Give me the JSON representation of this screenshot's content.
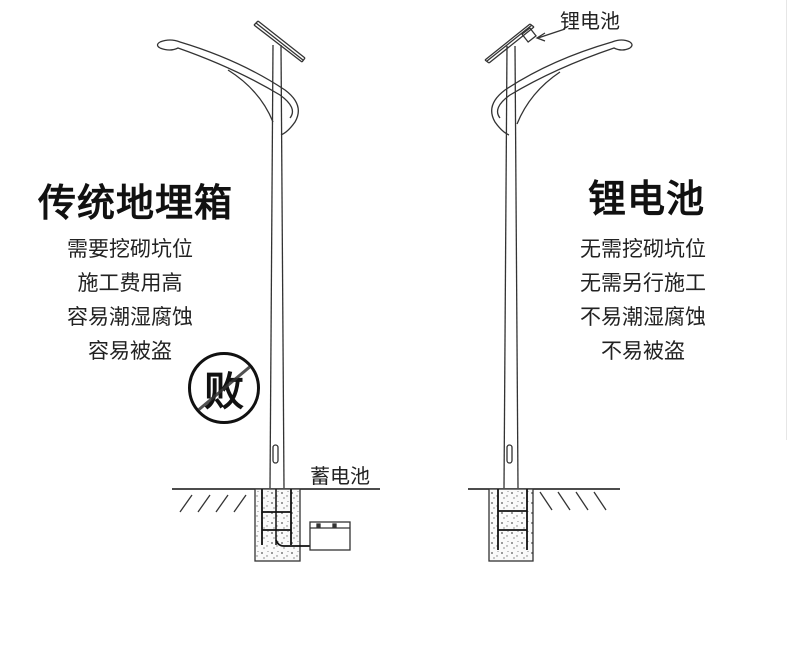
{
  "left_panel": {
    "title": "传统地埋箱",
    "points": [
      "需要挖砌坑位",
      "施工费用高",
      "容易潮湿腐蚀",
      "容易被盗"
    ],
    "badge_text": "败",
    "battery_label": "蓄电池"
  },
  "right_panel": {
    "title": "锂电池",
    "points": [
      "无需挖砌坑位",
      "无需另行施工",
      "不易潮湿腐蚀",
      "不易被盗"
    ],
    "battery_label": "锂电池"
  },
  "colors": {
    "line": "#333333",
    "text": "#222222",
    "background": "#ffffff"
  }
}
